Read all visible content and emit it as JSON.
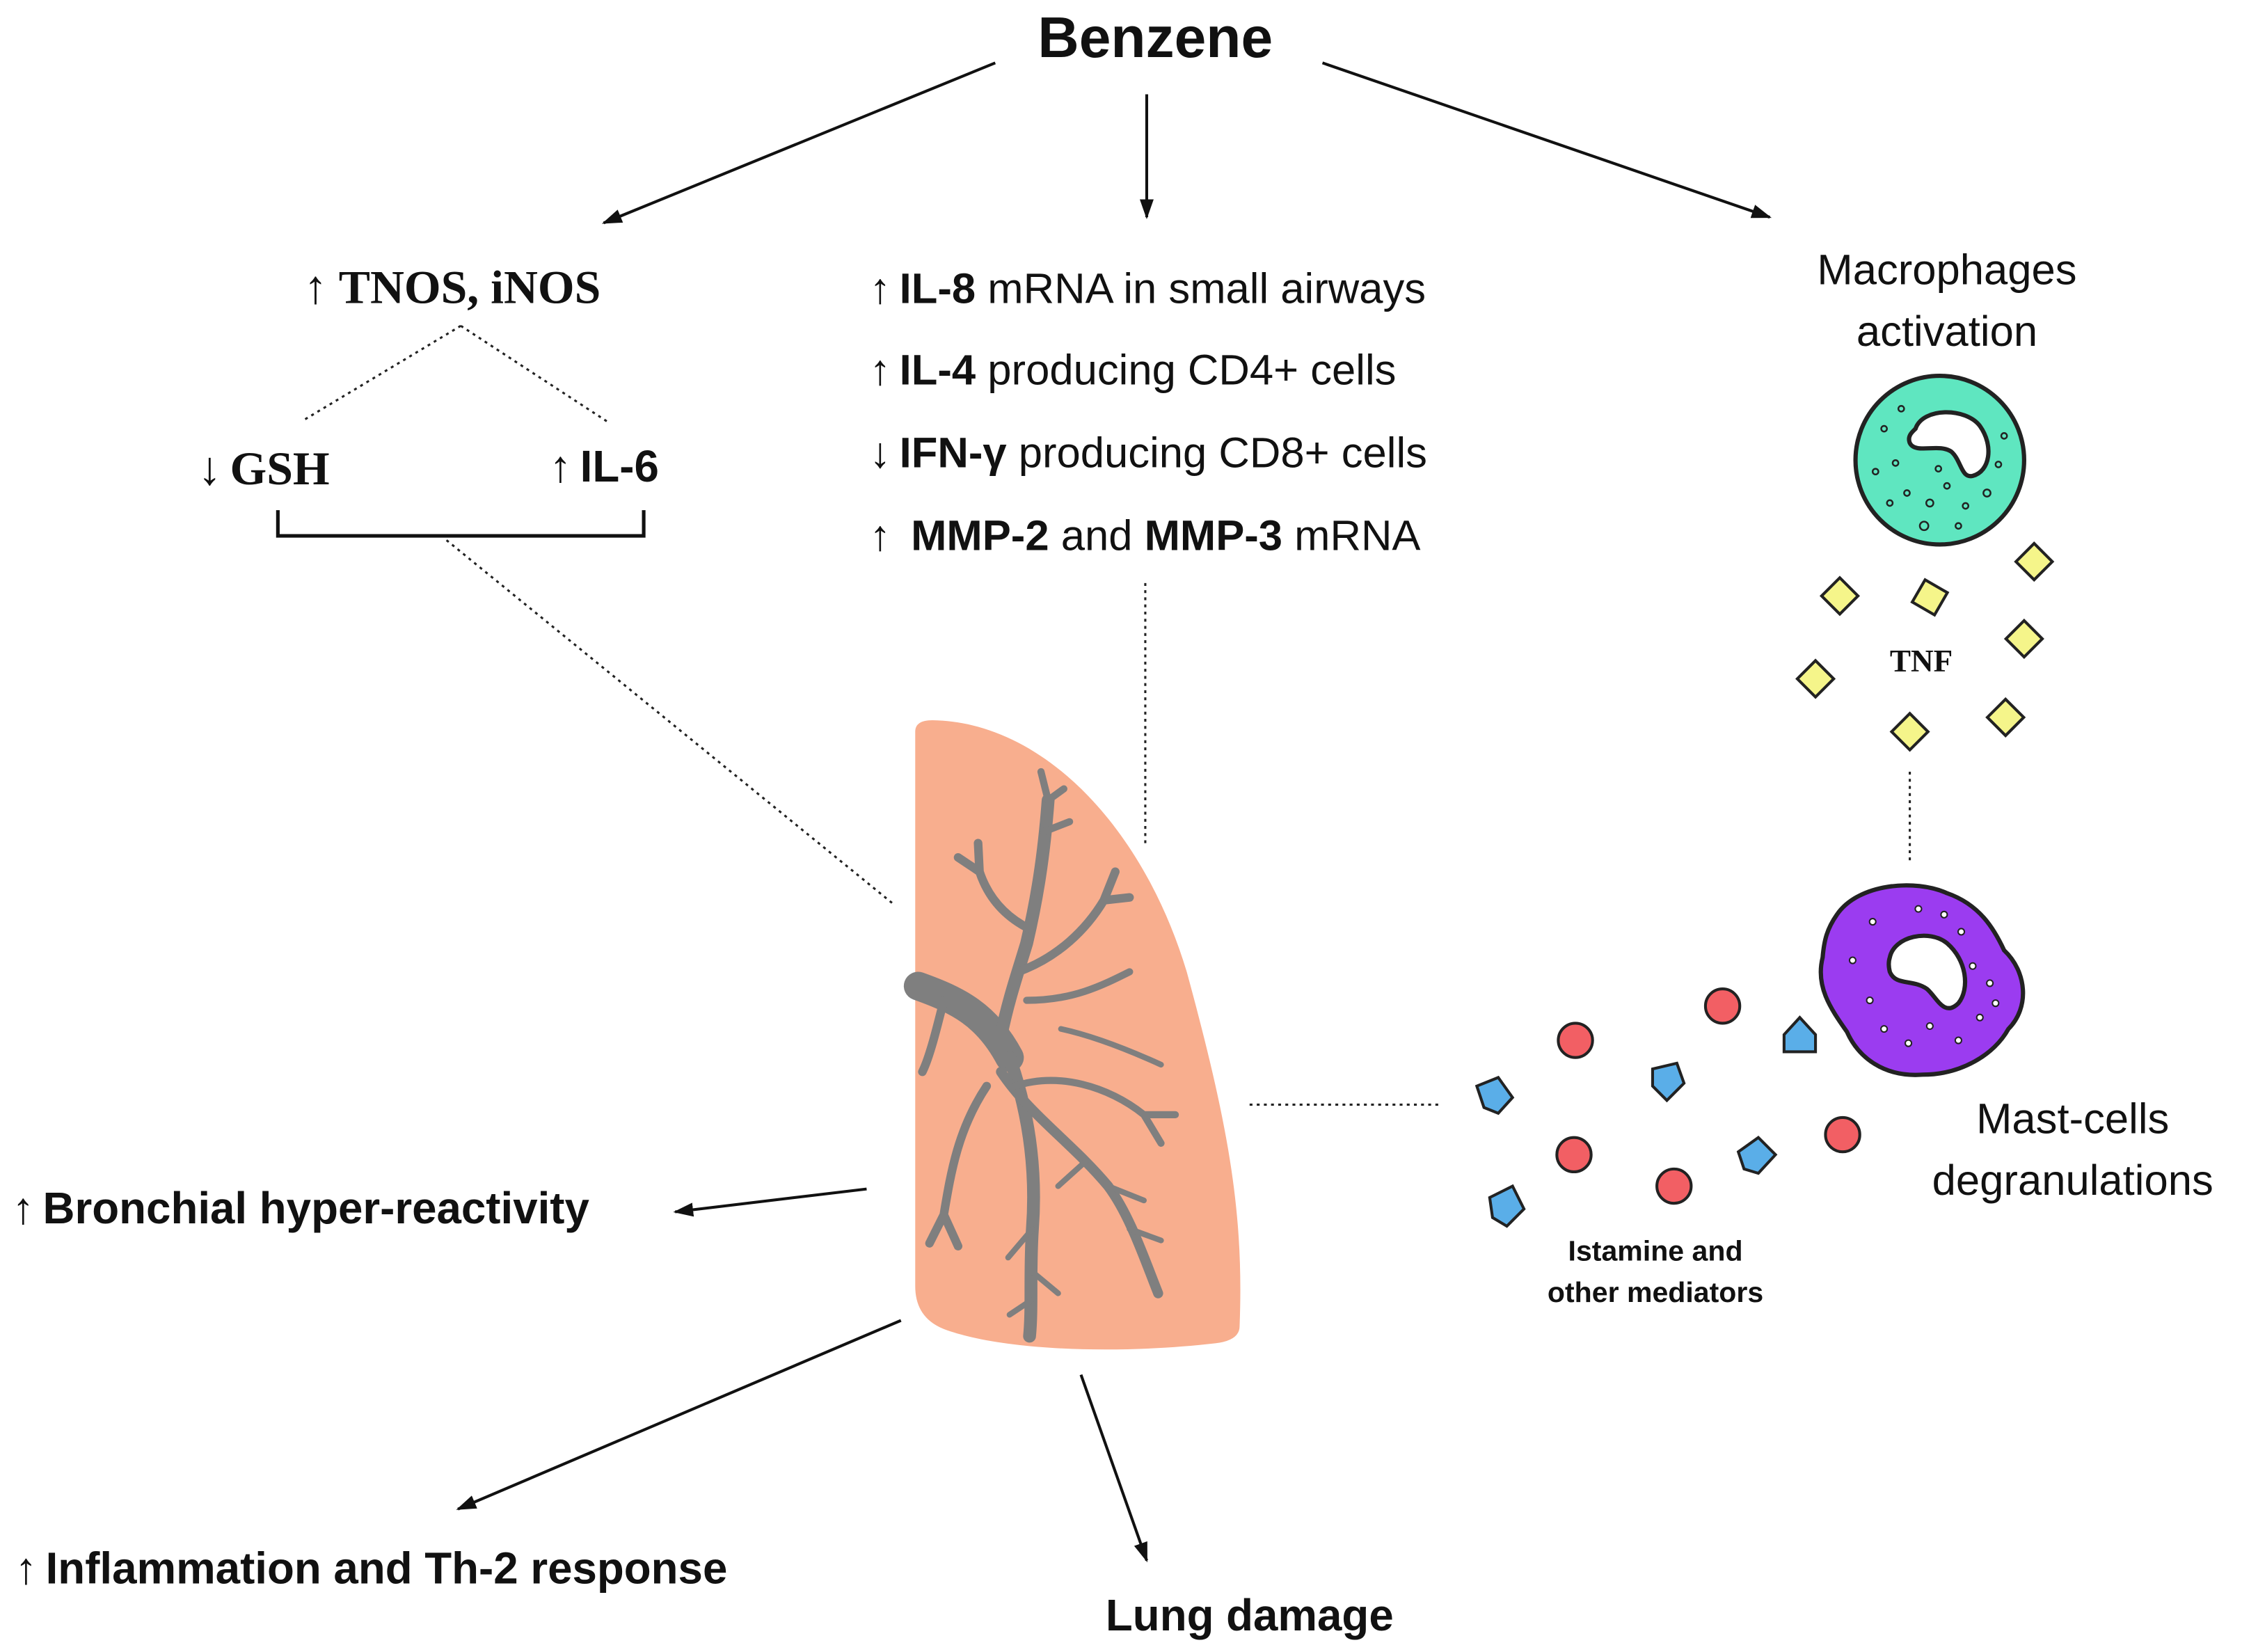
{
  "source": "Benzene",
  "left_branch": {
    "main": {
      "arrow": "↑",
      "label": "TNOS, iNOS"
    },
    "sub": [
      {
        "arrow": "↓",
        "label": "GSH"
      },
      {
        "arrow": "↑",
        "label": "IL-6"
      }
    ]
  },
  "center_branch": {
    "effects": [
      {
        "arrow": "↑",
        "bold": "IL-8",
        "rest": " mRNA in small airways"
      },
      {
        "arrow": "↑",
        "bold": "IL-4",
        "rest": " producing CD4+ cells"
      },
      {
        "arrow": "↓",
        "bold": "IFN-γ",
        "rest": " producing CD8+ cells"
      },
      {
        "arrow": "↑",
        "bold1": "MMP-2",
        "mid": " and ",
        "bold2": "MMP-3",
        "rest": " mRNA"
      }
    ]
  },
  "right_branch": {
    "macrophage_label": [
      "Macrophages",
      "activation"
    ],
    "tnf_label": "TNF",
    "mast_label": [
      "Mast-cells",
      "degranulations"
    ],
    "mediators_label": [
      "Istamine and",
      "other mediators"
    ]
  },
  "outcomes": {
    "bronchial": {
      "arrow": "↑",
      "label": "Bronchial hyper-reactivity"
    },
    "inflammation": {
      "arrow": "↑",
      "label": "Inflammation and Th-2 response"
    },
    "lung_damage": "Lung damage"
  },
  "colors": {
    "lung": "#f8ae8e",
    "bronchi": "#7f7f7f",
    "macrophage": "#5fe6c0",
    "mast_cell": "#9b3cf0",
    "tnf": "#f5f58a",
    "histamine_red": "#f25f64",
    "mediator_blue": "#5aaee8"
  }
}
